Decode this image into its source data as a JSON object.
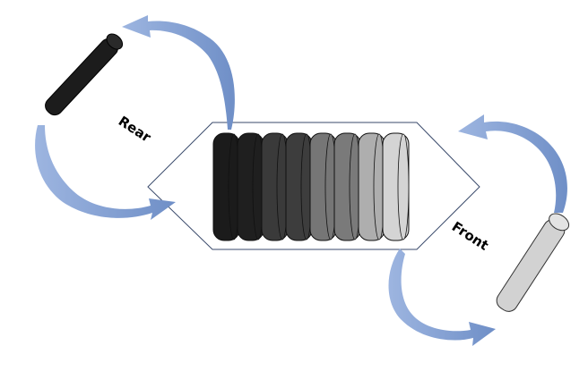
{
  "labels": {
    "rear": "Rear",
    "front": "Front"
  },
  "stack": {
    "disk_count": 8,
    "disk_colors": [
      "#1b1b1b",
      "#1f1f1f",
      "#3a3a3a",
      "#3d3d3d",
      "#767676",
      "#7a7a7a",
      "#aeaeae",
      "#d4d4d4"
    ]
  },
  "colors": {
    "arrow": "#7f9ed2",
    "container_stroke": "#3a4a6b",
    "rear_disk": "#1c1c1c",
    "front_disk": "#d2d2d2"
  }
}
